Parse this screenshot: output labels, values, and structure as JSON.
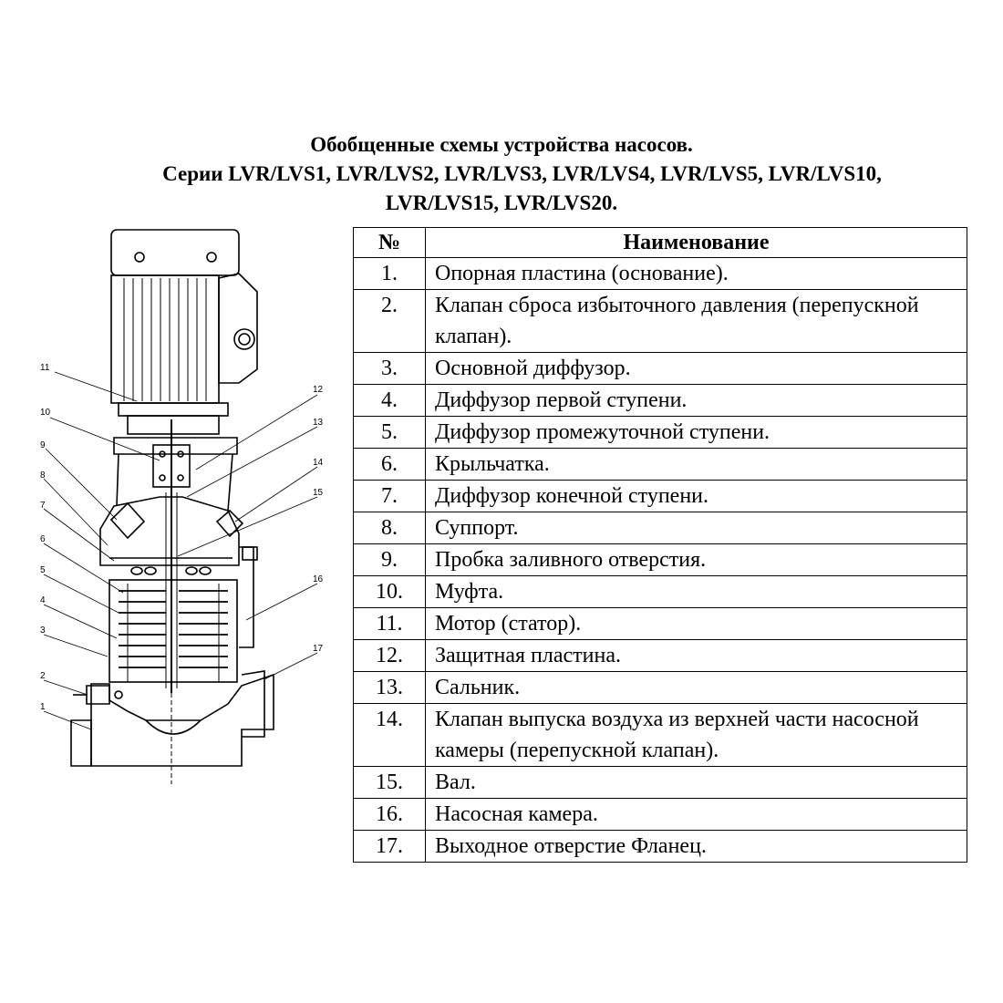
{
  "title": {
    "line1": "Обобщенные схемы устройства насосов.",
    "line2": "Серии LVR/LVS1, LVR/LVS2, LVR/LVS3, LVR/LVS4, LVR/LVS5, LVR/LVS10,",
    "line3": "LVR/LVS15, LVR/LVS20."
  },
  "table": {
    "header": {
      "num": "№",
      "name": "Наименование"
    },
    "rows": [
      {
        "num": "1.",
        "name": "Опорная пластина (основание)."
      },
      {
        "num": "2.",
        "name": "Клапан сброса избыточного давления (перепускной клапан)."
      },
      {
        "num": "3.",
        "name": "Основной диффузор."
      },
      {
        "num": "4.",
        "name": "Диффузор первой ступени."
      },
      {
        "num": "5.",
        "name": "Диффузор промежуточной ступени."
      },
      {
        "num": "6.",
        "name": "Крыльчатка."
      },
      {
        "num": "7.",
        "name": "Диффузор конечной ступени."
      },
      {
        "num": "8.",
        "name": "Суппорт."
      },
      {
        "num": "9.",
        "name": "Пробка заливного отверстия."
      },
      {
        "num": "10.",
        "name": "Муфта."
      },
      {
        "num": "11.",
        "name": "Мотор (статор)."
      },
      {
        "num": "12.",
        "name": "Защитная пластина."
      },
      {
        "num": "13.",
        "name": "Сальник."
      },
      {
        "num": "14.",
        "name": "Клапан выпуска воздуха из верхней части насосной камеры (перепускной клапан)."
      },
      {
        "num": "15.",
        "name": "Вал."
      },
      {
        "num": "16.",
        "name": "Насосная камера."
      },
      {
        "num": "17.",
        "name": "Выходное отверстие Фланец."
      }
    ]
  },
  "diagram": {
    "labels": [
      "1",
      "2",
      "3",
      "4",
      "5",
      "6",
      "7",
      "8",
      "9",
      "10",
      "11",
      "12",
      "13",
      "14",
      "15",
      "16",
      "17"
    ]
  }
}
